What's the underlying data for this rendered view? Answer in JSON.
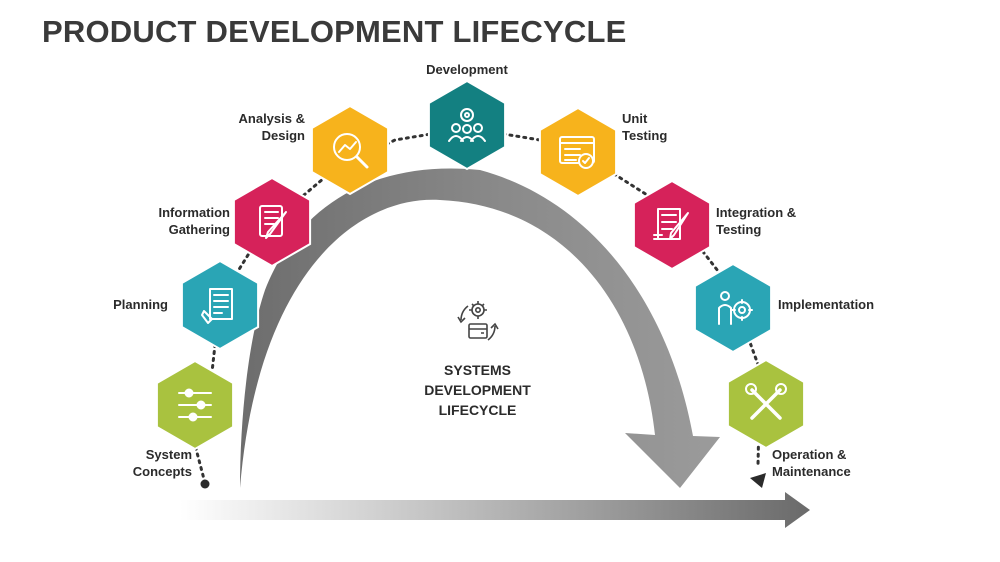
{
  "title": "PRODUCT DEVELOPMENT LIFECYCLE",
  "center": {
    "title": "SYSTEMS\nDEVELOPMENT\nLIFECYCLE",
    "icon": "gear-cycle-icon"
  },
  "stages": [
    {
      "label": "System\nConcepts",
      "color": "#a9c23f",
      "icon": "sliders-icon"
    },
    {
      "label": "Planning",
      "color": "#2aa5b5",
      "icon": "document-plan-icon"
    },
    {
      "label": "Information\nGathering",
      "color": "#d6225a",
      "icon": "notebook-icon"
    },
    {
      "label": "Analysis &\nDesign",
      "color": "#f7b31c",
      "icon": "magnifier-chart-icon"
    },
    {
      "label": "Development",
      "color": "#138081",
      "icon": "team-gear-icon"
    },
    {
      "label": "Unit\nTesting",
      "color": "#f7b31c",
      "icon": "browser-checklist-icon"
    },
    {
      "label": "Integration &\nTesting",
      "color": "#d6225a",
      "icon": "checklist-pen-icon"
    },
    {
      "label": "Implementation",
      "color": "#2aa5b5",
      "icon": "person-gears-icon"
    },
    {
      "label": "Operation &\nMaintenance",
      "color": "#a9c23f",
      "icon": "tools-icon"
    }
  ]
}
